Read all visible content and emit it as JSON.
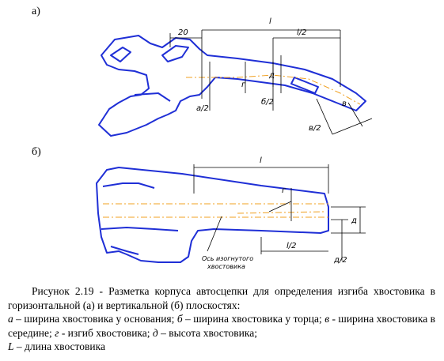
{
  "figure": {
    "panel_a_label": "а)",
    "panel_b_label": "б)",
    "dims_a": {
      "l": "l",
      "twenty": "20",
      "l_half": "l/2",
      "g": "г",
      "d": "д",
      "a_half": "а/2",
      "b_half": "б/2",
      "v": "в",
      "v_half": "в/2"
    },
    "dims_b": {
      "l": "l",
      "g": "г",
      "d": "д",
      "l_half": "l/2",
      "d_half": "д/2"
    },
    "axis_note_line1": "Ось изогнутого",
    "axis_note_line2": "хвостовика"
  },
  "caption": {
    "title": "Рисунок 2.19 - Разметка корпуса автосцепки для определения изгиба хвостовика в горизонтальной (а) и вертикальной (б) плоскостях:",
    "a_sym": "а",
    "a_text": " – ширина хвостовика у основания; ",
    "b_sym": "б",
    "b_text": " – ширина хвостовика у торца; ",
    "v_sym": "в",
    "v_text": " - ширина хвостовика в середине; ",
    "g_sym": "г",
    "g_text": " - изгиб хвостовика; ",
    "d_sym": "д",
    "d_text": " – высота хвостовика;",
    "L_sym": "L",
    "L_text": " – длина хвостовика"
  },
  "colors": {
    "outline": "#1f2fd6",
    "axis": "#f0a020",
    "dimension": "#000000"
  }
}
